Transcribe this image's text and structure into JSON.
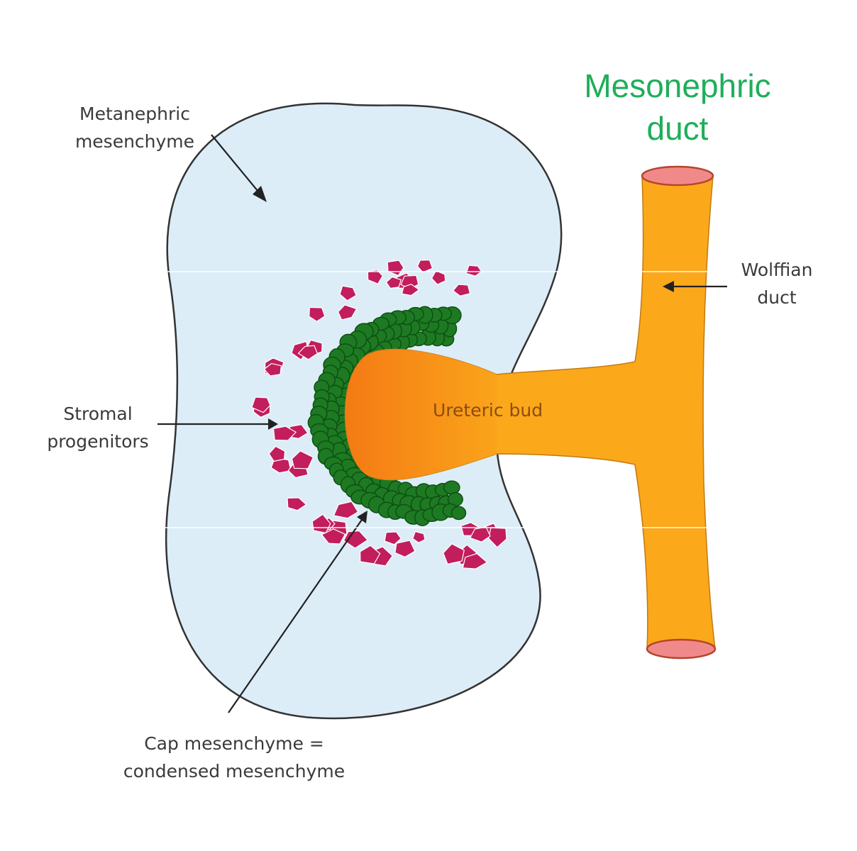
{
  "title": {
    "line1": "Mesonephric",
    "line2": "duct",
    "color": "#1fae5a"
  },
  "labels": {
    "metanephric": {
      "line1": "Metanephric",
      "line2": "mesenchyme"
    },
    "wolffian": {
      "line1": "Wolffian",
      "line2": "duct"
    },
    "stromal": {
      "line1": "Stromal",
      "line2": "progenitors"
    },
    "ureteric_bud": "Ureteric bud",
    "cap": {
      "line1": "Cap mesenchyme =",
      "line2": "condensed mesenchyme"
    }
  },
  "colors": {
    "mesenchyme_fill": "#dcedf8",
    "outline": "#333333",
    "duct_orange": "#fba81b",
    "bud_deep_orange": "#f47a14",
    "duct_lumen": "#f08a8a",
    "cap_green": "#1d7a22",
    "cap_green_dark": "#0f4f14",
    "stromal_magenta": "#c21d5c"
  }
}
